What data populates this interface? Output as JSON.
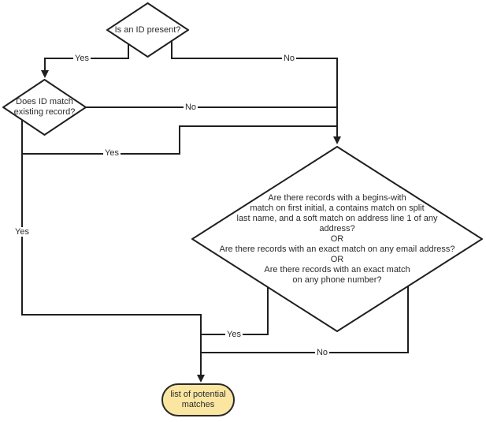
{
  "diagram": {
    "type": "flowchart",
    "background": "#ffffff",
    "line_color": "#1f1f1f",
    "text_color": "#2b2b2b",
    "terminal_fill": "#fbe6a1"
  },
  "nodes": {
    "start_decision": {
      "shape": "decision-diamond",
      "text": "Is an ID present?"
    },
    "id_match_decision": {
      "shape": "decision-diamond",
      "text": "Does ID match\nexisting record?"
    },
    "fuzzy_match_decision": {
      "shape": "decision-diamond",
      "text": "Are there records with a begins-with\nmatch on first initial, a contains match on split\nlast name, and a soft match on address line 1 of any\naddress?\nOR\nAre there records with an exact match on any email address?\nOR\nAre there records with an exact match\non any phone number?"
    },
    "result_terminal": {
      "shape": "terminator",
      "text": "list of potential\nmatches"
    }
  },
  "edges": {
    "yes_id_present": {
      "from": "start_decision",
      "to": "id_match_decision",
      "label": "Yes"
    },
    "no_id_present": {
      "from": "start_decision",
      "to": "fuzzy_match_decision",
      "label": "No"
    },
    "no_id_match": {
      "from": "id_match_decision",
      "to": "fuzzy_match_decision",
      "label": "No"
    },
    "yes_id_match_to_fuzzy": {
      "from": "id_match_decision",
      "to": "fuzzy_match_decision",
      "label": "Yes"
    },
    "yes_id_match_to_result": {
      "from": "id_match_decision",
      "to": "result_terminal",
      "label": "Yes"
    },
    "yes_fuzzy_match": {
      "from": "fuzzy_match_decision",
      "to": "result_terminal",
      "label": "Yes"
    },
    "no_fuzzy_match": {
      "from": "fuzzy_match_decision",
      "to": "result_terminal",
      "label": "No"
    }
  }
}
